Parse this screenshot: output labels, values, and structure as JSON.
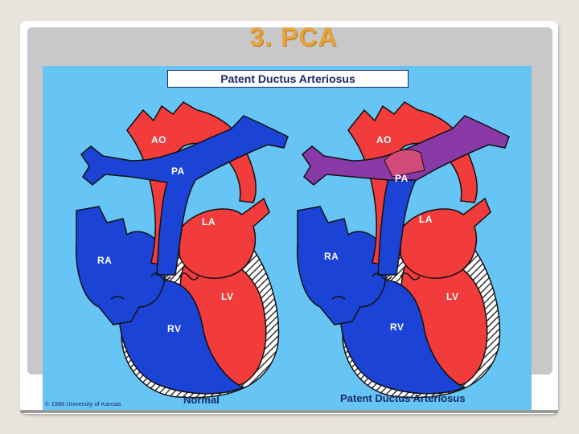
{
  "slide": {
    "title": "3. PCA"
  },
  "figure": {
    "header": "Patent Ductus Arteriosus",
    "copyright": "© 1996 University of Kansas",
    "colors": {
      "oxygenated": "#f23b3b",
      "deoxygenated": "#1b43d6",
      "mixed": "#8a3aa6",
      "background": "#66c5f5",
      "outline": "#1a2a66"
    },
    "hearts": [
      {
        "caption": "Normal",
        "labels": {
          "ao": "AO",
          "pa": "PA",
          "la": "LA",
          "ra": "RA",
          "lv": "LV",
          "rv": "RV"
        }
      },
      {
        "caption": "Patent Ductus Arteriosus",
        "labels": {
          "ao": "AO",
          "pa": "PA",
          "la": "LA",
          "ra": "RA",
          "lv": "LV",
          "rv": "RV"
        }
      }
    ]
  }
}
